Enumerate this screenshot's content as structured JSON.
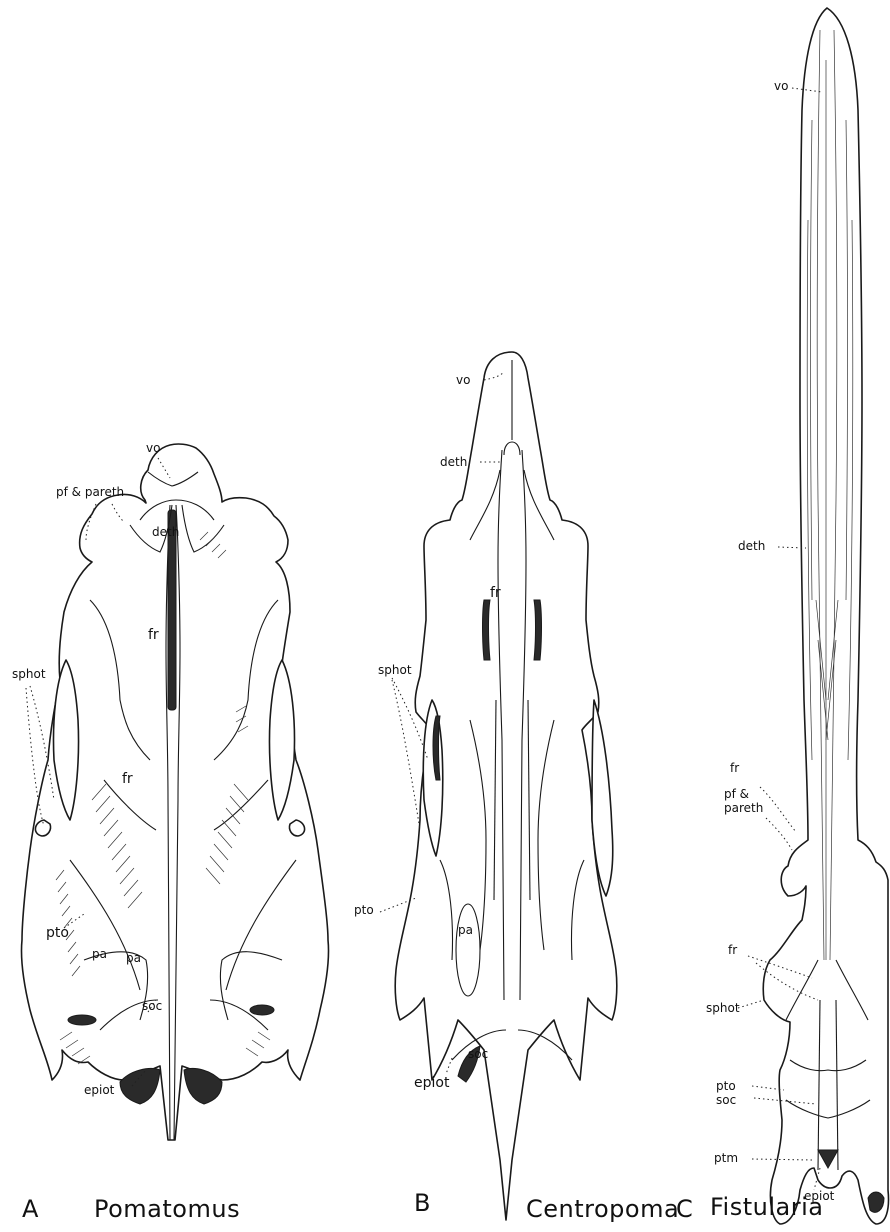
{
  "figures": [
    {
      "letter": "A",
      "genus": "Pomatomus",
      "labels": {
        "vo": "vo",
        "pf_pareth": "pf & pareth",
        "deth": "deth",
        "fr_upper": "fr",
        "fr_lower": "fr",
        "sphot": "sphot",
        "pto": "pto",
        "pa_left": "pa",
        "pa_right": "pa",
        "soc": "soc",
        "epiot": "epiot"
      }
    },
    {
      "letter": "B",
      "genus": "Centropoma",
      "labels": {
        "vo": "vo",
        "deth": "deth",
        "fr": "fr",
        "sphot": "sphot",
        "pto": "pto",
        "pa": "pa",
        "soc": "soc",
        "epiot": "epiot"
      }
    },
    {
      "letter": "C",
      "genus": "Fistularia",
      "labels": {
        "vo": "vo",
        "deth": "deth",
        "fr_upper": "fr",
        "pf_pareth_line1": "pf &",
        "pf_pareth_line2": "pareth",
        "fr_lower": "fr",
        "sphot": "sphot",
        "pto": "pto",
        "soc": "soc",
        "ptm": "ptm",
        "epiot": "epiot"
      }
    }
  ]
}
